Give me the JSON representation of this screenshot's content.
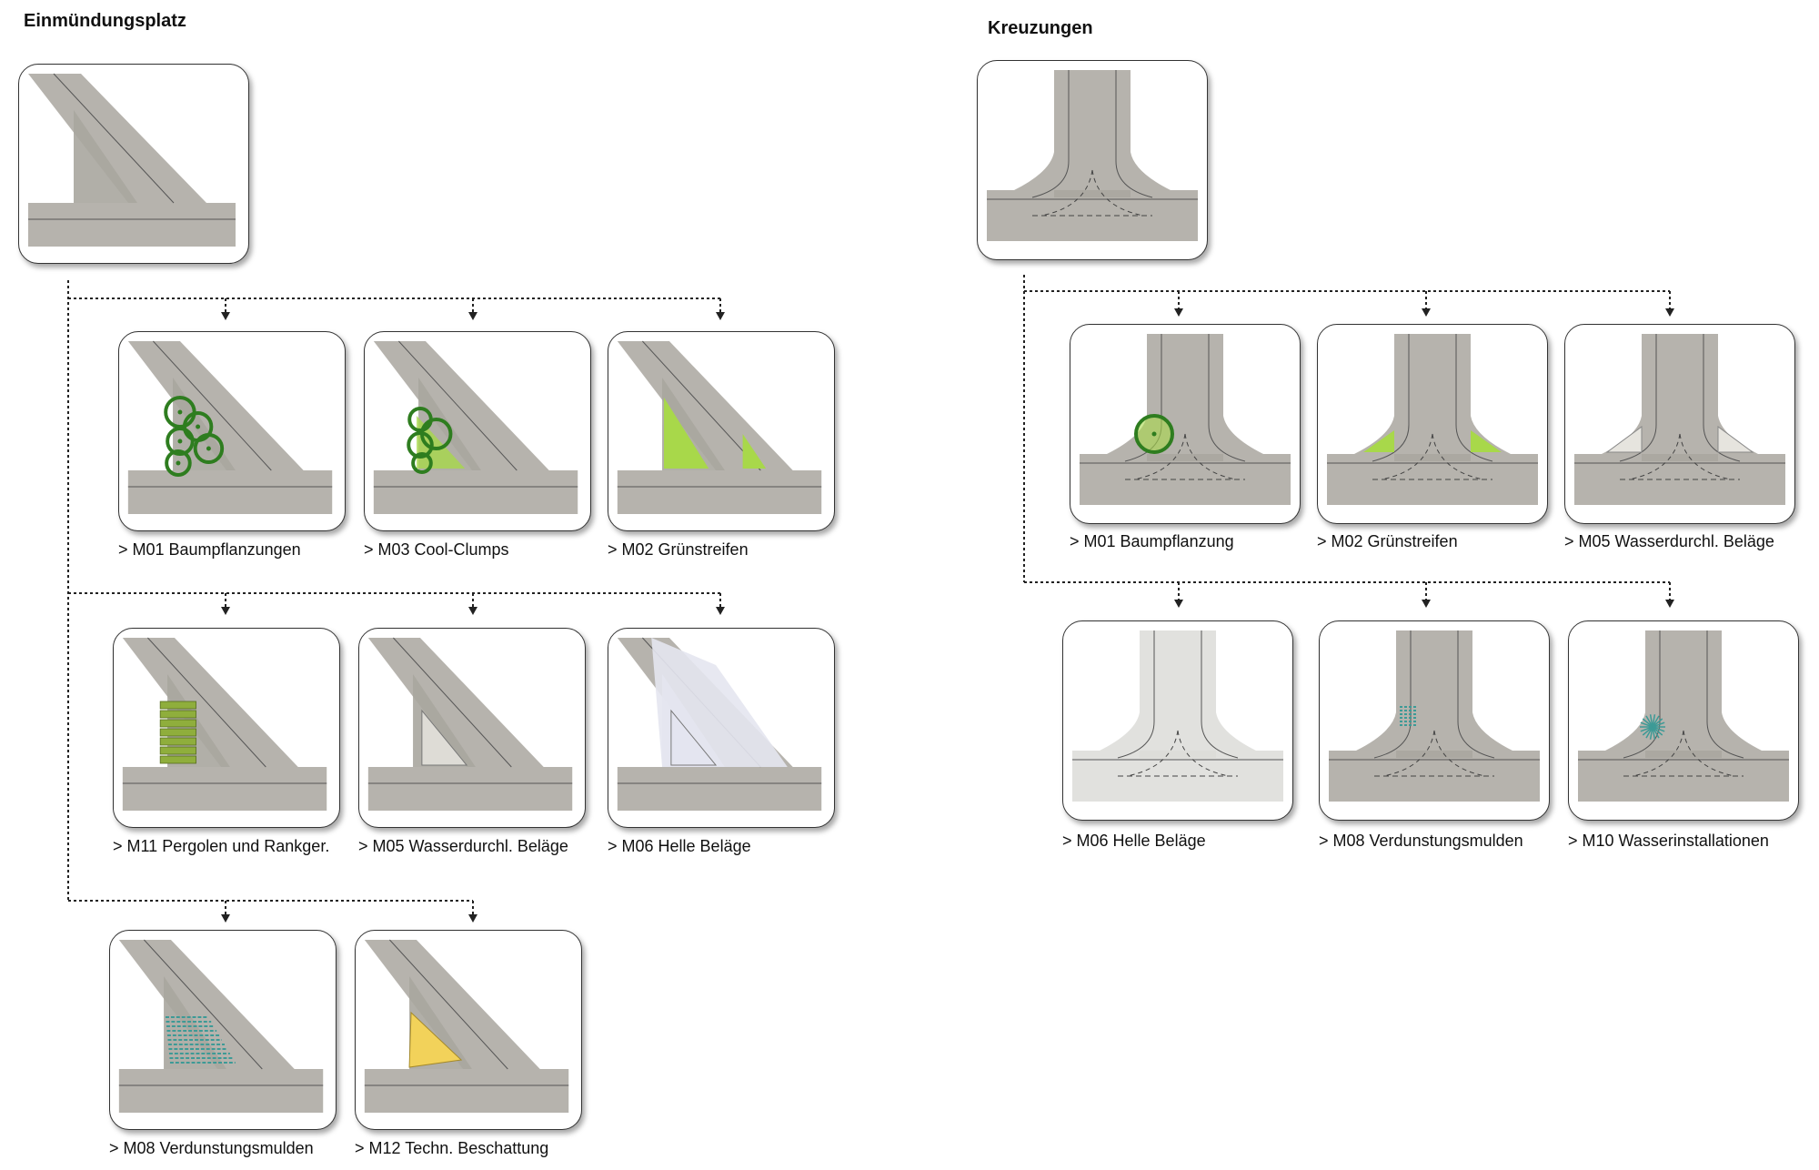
{
  "left_section": {
    "title": "Einmündungsplatz",
    "items": [
      {
        "label": "> M01 Baumpflanzungen"
      },
      {
        "label": "> M03 Cool-Clumps"
      },
      {
        "label": "> M02 Grünstreifen"
      },
      {
        "label": "> M11 Pergolen und Rankger."
      },
      {
        "label": "> M05 Wasserdurchl. Beläge"
      },
      {
        "label": "> M06 Helle Beläge"
      },
      {
        "label": "> M08 Verdunstungsmulden"
      },
      {
        "label": "> M12 Techn. Beschattung"
      }
    ]
  },
  "right_section": {
    "title": "Kreuzungen",
    "items": [
      {
        "label": "> M01 Baumpflanzung"
      },
      {
        "label": "> M02 Grünstreifen"
      },
      {
        "label": "> M05 Wasserdurchl. Beläge"
      },
      {
        "label": "> M06 Helle Beläge"
      },
      {
        "label": "> M08 Verdunstungsmulden"
      },
      {
        "label": "> M10 Wasserinstallationen"
      }
    ]
  },
  "colors": {
    "road": "#a9a69f",
    "road_light": "#c7c5bf",
    "green_dark": "#2e7d1f",
    "green_light": "#a8d84a",
    "pergola": "#8fae3c",
    "water": "#3d9a96",
    "shade": "#f2d25a",
    "light_paving": "#e4e5f0"
  }
}
